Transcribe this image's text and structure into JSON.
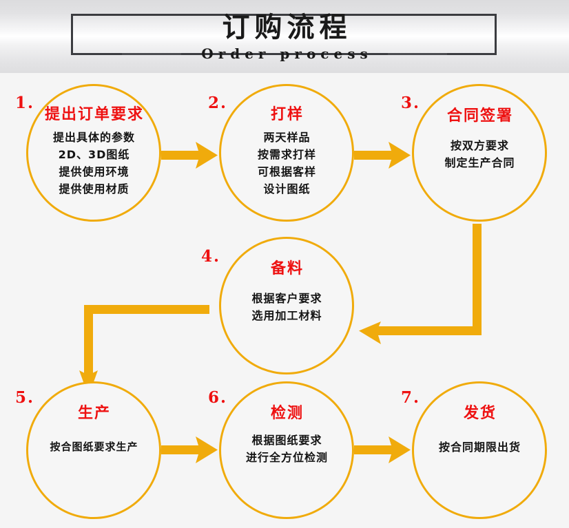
{
  "header": {
    "title_cn": "订购流程",
    "subtitle_en": "Order process"
  },
  "colors": {
    "accent_gold": "#f0ab0c",
    "title_red": "#ee1111",
    "body_text": "#141414",
    "canvas_bg": "#f5f5f5",
    "frame_border": "#3b3c40"
  },
  "steps": [
    {
      "number": "1.",
      "title": "提出订单要求",
      "lines": [
        "提出具体的参数",
        "2D、3D图纸",
        "提供使用环境",
        "提供使用材质"
      ]
    },
    {
      "number": "2.",
      "title": "打样",
      "lines": [
        "两天样品",
        "按需求打样",
        "可根据客样",
        "设计图纸"
      ]
    },
    {
      "number": "3.",
      "title": "合同签署",
      "lines": [
        "按双方要求",
        "制定生产合同"
      ]
    },
    {
      "number": "4.",
      "title": "备料",
      "lines": [
        "根据客户要求",
        "选用加工材料"
      ]
    },
    {
      "number": "5.",
      "title": "生产",
      "lines": [
        "按合图纸要求生产"
      ]
    },
    {
      "number": "6.",
      "title": "检测",
      "lines": [
        "根据图纸要求",
        "进行全方位检测"
      ]
    },
    {
      "number": "7.",
      "title": "发货",
      "lines": [
        "按合同期限出货"
      ]
    }
  ],
  "connectors": [
    {
      "name": "arrow-step1-to-step2",
      "kind": "straight-right"
    },
    {
      "name": "arrow-step2-to-step3",
      "kind": "straight-right"
    },
    {
      "name": "arrow-step3-to-step4",
      "kind": "elbow-down-left"
    },
    {
      "name": "arrow-step4-to-step5",
      "kind": "elbow-left-down"
    },
    {
      "name": "arrow-step5-to-step6",
      "kind": "straight-right"
    },
    {
      "name": "arrow-step6-to-step7",
      "kind": "straight-right"
    }
  ]
}
